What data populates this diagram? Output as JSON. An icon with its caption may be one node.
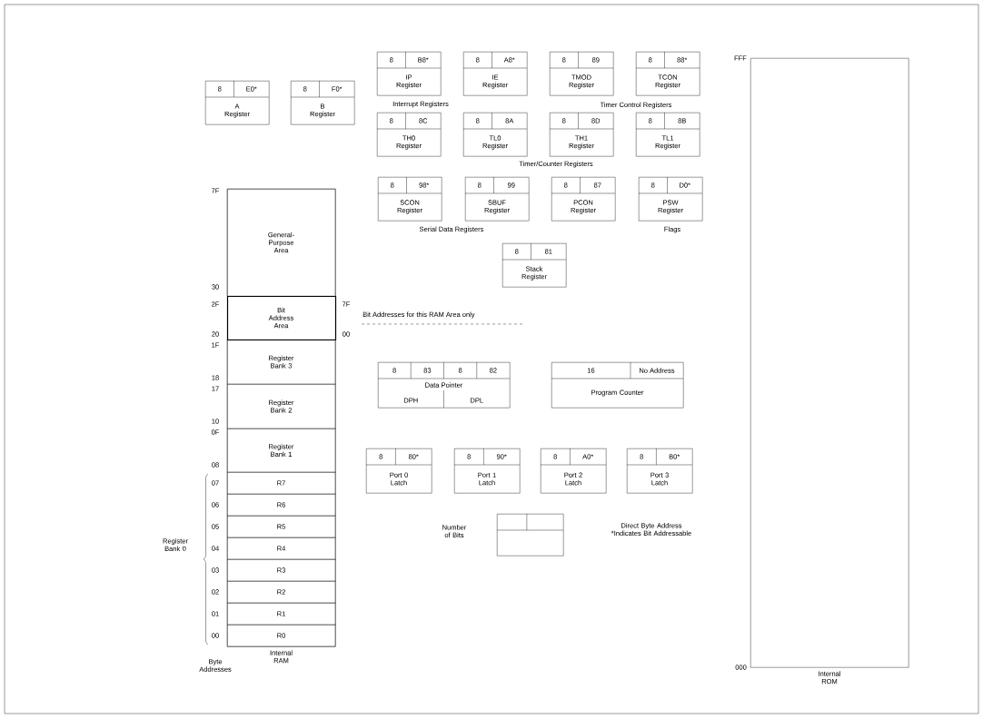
{
  "diagram": {
    "nodes": [
      {
        "text": [
          "Internal RAM"
        ]
      },
      {
        "text": [
          "General-Purpose Area"
        ],
        "in": 0
      },
      {
        "text": [
          "Bit Address Area"
        ],
        "in": 0
      },
      {
        "text": [
          "Register Bank 3"
        ],
        "in": 0
      },
      {
        "text": [
          "Register Bank 2"
        ],
        "in": 0
      },
      {
        "text": [
          "Register Bank 1"
        ],
        "in": 0
      },
      {
        "text": [
          "R7"
        ],
        "in": 0
      },
      {
        "text": [
          "R6"
        ],
        "in": 0
      },
      {
        "text": [
          "R5"
        ],
        "in": 0
      },
      {
        "text": [
          "R4"
        ],
        "in": 0
      },
      {
        "text": [
          "R3"
        ],
        "in": 0
      },
      {
        "text": [
          "R2"
        ],
        "in": 0
      },
      {
        "text": [
          "R1"
        ],
        "in": 0
      },
      {
        "text": [
          "R0"
        ],
        "in": 0
      },
      {
        "text": [
          "8",
          "E0*",
          "A Register"
        ]
      },
      {
        "text": [
          "8",
          "F0*",
          "B Register"
        ]
      },
      {
        "text": [
          "8",
          "B8*",
          "IP Register"
        ]
      },
      {
        "text": [
          "8",
          "A8*",
          "IE Register"
        ]
      },
      {
        "text": [
          "8",
          "89",
          "TMOD Register"
        ]
      },
      {
        "text": [
          "8",
          "88*",
          "TCON Register"
        ]
      },
      {
        "text": [
          "8",
          "8C",
          "TH0 Register"
        ]
      },
      {
        "text": [
          "8",
          "8A",
          "TL0 Register"
        ]
      },
      {
        "text": [
          "8",
          "8D",
          "TH1 Register"
        ]
      },
      {
        "text": [
          "8",
          "8B",
          "TL1 Register"
        ]
      },
      {
        "text": [
          "8",
          "98*",
          "SCON Register"
        ]
      },
      {
        "text": [
          "8",
          "99",
          "SBUF Register"
        ]
      },
      {
        "text": [
          "8",
          "87",
          "PCON Register"
        ]
      },
      {
        "text": [
          "8",
          "D0*",
          "PSW Register"
        ]
      },
      {
        "text": [
          "8",
          "81",
          "Stack Register"
        ]
      },
      {
        "text": [
          "8",
          "83",
          "8",
          "82",
          "Data Pointer",
          "DPH",
          "DPL"
        ]
      },
      {
        "text": [
          "16",
          "No Address",
          "Program Counter"
        ]
      },
      {
        "text": [
          "8",
          "80*",
          "Port 0 Latch"
        ]
      },
      {
        "text": [
          "8",
          "90*",
          "Port 1 Latch"
        ]
      },
      {
        "text": [
          "8",
          "A0*",
          "Port 2 Latch"
        ]
      },
      {
        "text": [
          "8",
          "B0*",
          "Port 3 Latch"
        ]
      },
      {
        "text": [],
        "shape": "box"
      },
      {
        "text": [
          "Internal ROM"
        ]
      }
    ],
    "labels": [
      "FFF",
      "Interrupt Registers",
      "Timer Control Registers",
      "Timer/Counter Registers",
      "7F",
      "Serial Data Registers",
      "Flags",
      "30",
      "2F",
      "7F",
      "Bit Addresses for this RAM Area only",
      "20",
      "00",
      "1F",
      "18",
      "17",
      "10",
      "0F",
      "08",
      "07",
      "06",
      "05",
      "04",
      "03",
      "02",
      "01",
      "00",
      "Register Bank 0",
      "Number of Bits",
      "Direct Byte Address *Indicates Bit Addressable",
      "Byte Addresses",
      "000"
    ]
  }
}
